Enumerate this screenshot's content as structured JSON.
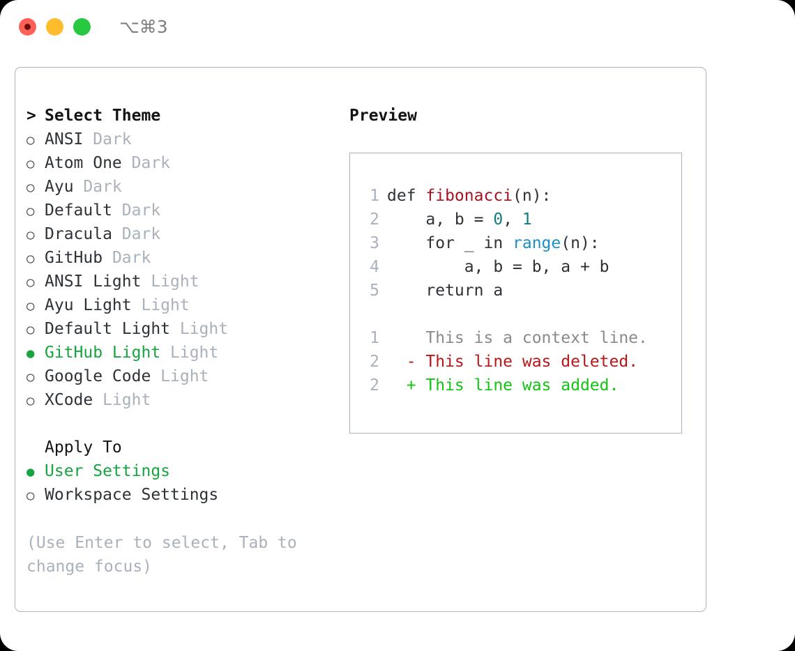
{
  "window": {
    "shortcut": "⌥⌘3",
    "traffic_lights": [
      {
        "name": "close-button",
        "color": "#ff6159"
      },
      {
        "name": "minimize-button",
        "color": "#ffbd2e"
      },
      {
        "name": "maximize-button",
        "color": "#28c841"
      }
    ]
  },
  "theme_picker": {
    "caret": ">",
    "title": "Select Theme",
    "bullet_off": "○",
    "bullet_on": "●",
    "items": [
      {
        "label": "ANSI",
        "category": "Dark",
        "selected": false
      },
      {
        "label": "Atom One",
        "category": "Dark",
        "selected": false
      },
      {
        "label": "Ayu",
        "category": "Dark",
        "selected": false
      },
      {
        "label": "Default",
        "category": "Dark",
        "selected": false
      },
      {
        "label": "Dracula",
        "category": "Dark",
        "selected": false
      },
      {
        "label": "GitHub",
        "category": "Dark",
        "selected": false
      },
      {
        "label": "ANSI Light",
        "category": "Light",
        "selected": false
      },
      {
        "label": "Ayu Light",
        "category": "Light",
        "selected": false
      },
      {
        "label": "Default Light",
        "category": "Light",
        "selected": false
      },
      {
        "label": "GitHub Light",
        "category": "Light",
        "selected": true
      },
      {
        "label": "Google Code",
        "category": "Light",
        "selected": false
      },
      {
        "label": "XCode",
        "category": "Light",
        "selected": false
      }
    ]
  },
  "apply_to": {
    "title": "Apply To",
    "items": [
      {
        "label": "User Settings",
        "selected": true
      },
      {
        "label": "Workspace Settings",
        "selected": false
      }
    ]
  },
  "hint": "(Use Enter to select, Tab to change focus)",
  "preview": {
    "title": "Preview",
    "code_lines": [
      {
        "number": "1",
        "indent": "",
        "tokens": [
          {
            "text": "def ",
            "type": "plain"
          },
          {
            "text": "fibonacci",
            "type": "fn"
          },
          {
            "text": "(n):",
            "type": "plain"
          }
        ]
      },
      {
        "number": "2",
        "indent": "    ",
        "tokens": [
          {
            "text": "a, b = ",
            "type": "plain"
          },
          {
            "text": "0",
            "type": "num"
          },
          {
            "text": ", ",
            "type": "plain"
          },
          {
            "text": "1",
            "type": "num"
          }
        ]
      },
      {
        "number": "3",
        "indent": "    ",
        "tokens": [
          {
            "text": "for _ in ",
            "type": "plain"
          },
          {
            "text": "range",
            "type": "call"
          },
          {
            "text": "(n):",
            "type": "plain"
          }
        ]
      },
      {
        "number": "4",
        "indent": "        ",
        "tokens": [
          {
            "text": "a, b = b, a + b",
            "type": "plain"
          }
        ]
      },
      {
        "number": "5",
        "indent": "    ",
        "tokens": [
          {
            "text": "return a",
            "type": "plain"
          }
        ]
      }
    ],
    "diff_lines": [
      {
        "number": "1",
        "marker": "  ",
        "text": "This is a context line.",
        "type": "ctx"
      },
      {
        "number": "2",
        "marker": "- ",
        "text": "This line was deleted.",
        "type": "del"
      },
      {
        "number": "2",
        "marker": "+ ",
        "text": "This line was added.",
        "type": "add"
      }
    ]
  },
  "colors": {
    "accent_green": "#16a340",
    "muted": "#a9b1bd",
    "text": "#2d3238",
    "border": "#aab3c0",
    "fn": "#a31423",
    "num": "#0f7d80",
    "call": "#1b8fc6",
    "diff_del": "#b81717",
    "diff_add": "#13c413"
  }
}
